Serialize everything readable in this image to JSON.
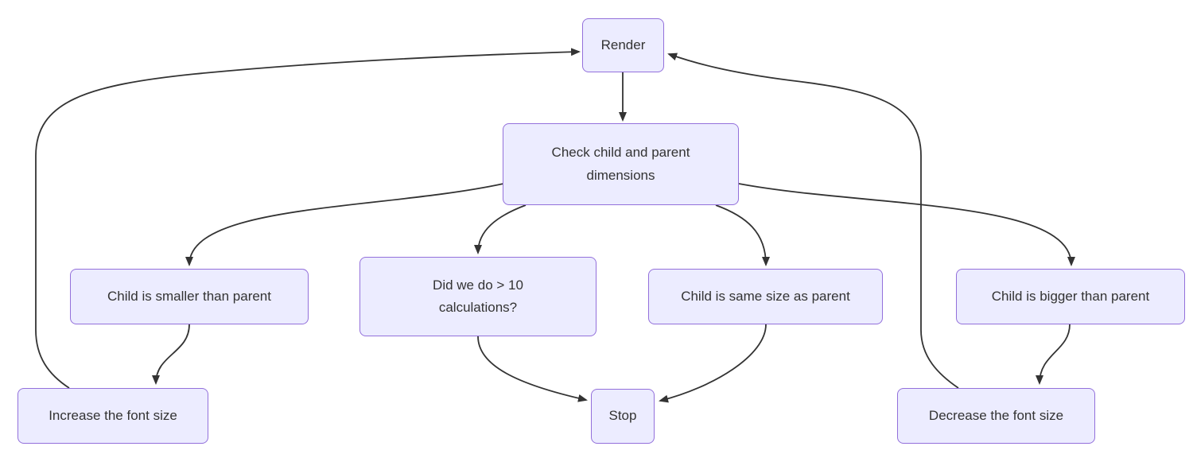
{
  "diagram": {
    "type": "flowchart",
    "direction": "top-down",
    "nodes": {
      "render": {
        "label": "Render"
      },
      "check": {
        "label": "Check child and parent\ndimensions"
      },
      "smaller": {
        "label": "Child is smaller than parent"
      },
      "calculations": {
        "label": "Did we do > 10\ncalculations?"
      },
      "same": {
        "label": "Child is same size as parent"
      },
      "bigger": {
        "label": "Child is bigger than parent"
      },
      "increase": {
        "label": "Increase the font size"
      },
      "stop": {
        "label": "Stop"
      },
      "decrease": {
        "label": "Decrease the font size"
      }
    },
    "edges": [
      {
        "from": "render",
        "to": "check"
      },
      {
        "from": "check",
        "to": "smaller"
      },
      {
        "from": "check",
        "to": "calculations"
      },
      {
        "from": "check",
        "to": "same"
      },
      {
        "from": "check",
        "to": "bigger"
      },
      {
        "from": "smaller",
        "to": "increase"
      },
      {
        "from": "increase",
        "to": "render"
      },
      {
        "from": "calculations",
        "to": "stop"
      },
      {
        "from": "same",
        "to": "stop"
      },
      {
        "from": "bigger",
        "to": "decrease"
      },
      {
        "from": "decrease",
        "to": "render"
      }
    ]
  },
  "colors": {
    "node_fill": "#ECECFF",
    "node_border": "#9370DB",
    "edge_color": "#333333",
    "text_color": "#333333",
    "background": "#FFFFFF"
  }
}
